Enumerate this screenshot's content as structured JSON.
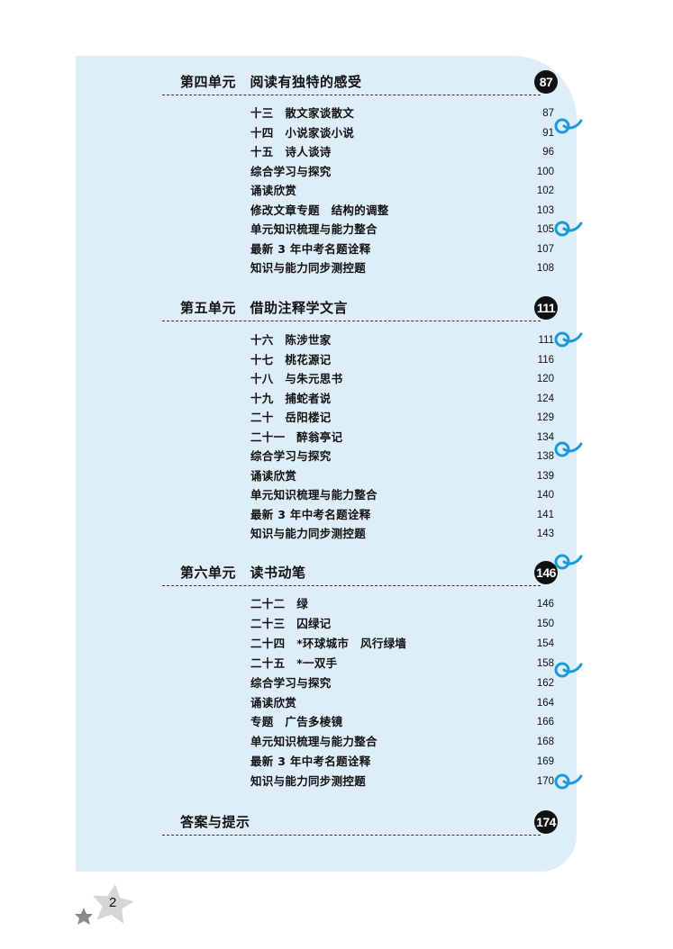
{
  "page_number": "2",
  "accent_color": "#1a9ad6",
  "units": [
    {
      "title": "第四单元　阅读有独特的感受",
      "page": "87",
      "items": [
        {
          "label": "十三　散文家谈散文",
          "page": "87"
        },
        {
          "label": "十四　小说家谈小说",
          "page": "91"
        },
        {
          "label": "十五　诗人谈诗",
          "page": "96"
        },
        {
          "label": "综合学习与探究",
          "page": "100"
        },
        {
          "label": "诵读欣赏",
          "page": "102"
        },
        {
          "label": "修改文章专题　结构的调整",
          "page": "103"
        },
        {
          "label": "单元知识梳理与能力整合",
          "page": "105"
        },
        {
          "label": "最新 3 年中考名题诠释",
          "page": "107"
        },
        {
          "label": "知识与能力同步测控题",
          "page": "108"
        }
      ]
    },
    {
      "title": "第五单元　借助注释学文言",
      "page": "111",
      "items": [
        {
          "label": "十六　陈涉世家",
          "page": "111"
        },
        {
          "label": "十七　桃花源记",
          "page": "116"
        },
        {
          "label": "十八　与朱元思书",
          "page": "120"
        },
        {
          "label": "十九　捕蛇者说",
          "page": "124"
        },
        {
          "label": "二十　岳阳楼记",
          "page": "129"
        },
        {
          "label": "二十一　醉翁亭记",
          "page": "134"
        },
        {
          "label": "综合学习与探究",
          "page": "138"
        },
        {
          "label": "诵读欣赏",
          "page": "139"
        },
        {
          "label": "单元知识梳理与能力整合",
          "page": "140"
        },
        {
          "label": "最新 3 年中考名题诠释",
          "page": "141"
        },
        {
          "label": "知识与能力同步测控题",
          "page": "143"
        }
      ]
    },
    {
      "title": "第六单元　读书动笔",
      "page": "146",
      "items": [
        {
          "label": "二十二　绿",
          "page": "146"
        },
        {
          "label": "二十三　囚绿记",
          "page": "150"
        },
        {
          "label": "二十四　*环球城市　风行绿墙",
          "page": "154"
        },
        {
          "label": "二十五　*一双手",
          "page": "158"
        },
        {
          "label": "综合学习与探究",
          "page": "162"
        },
        {
          "label": "诵读欣赏",
          "page": "164"
        },
        {
          "label": "专题　广告多棱镜",
          "page": "166"
        },
        {
          "label": "单元知识梳理与能力整合",
          "page": "168"
        },
        {
          "label": "最新 3 年中考名题诠释",
          "page": "169"
        },
        {
          "label": "知识与能力同步测控题",
          "page": "170"
        }
      ]
    },
    {
      "title": "答案与提示",
      "page": "174",
      "items": []
    }
  ]
}
